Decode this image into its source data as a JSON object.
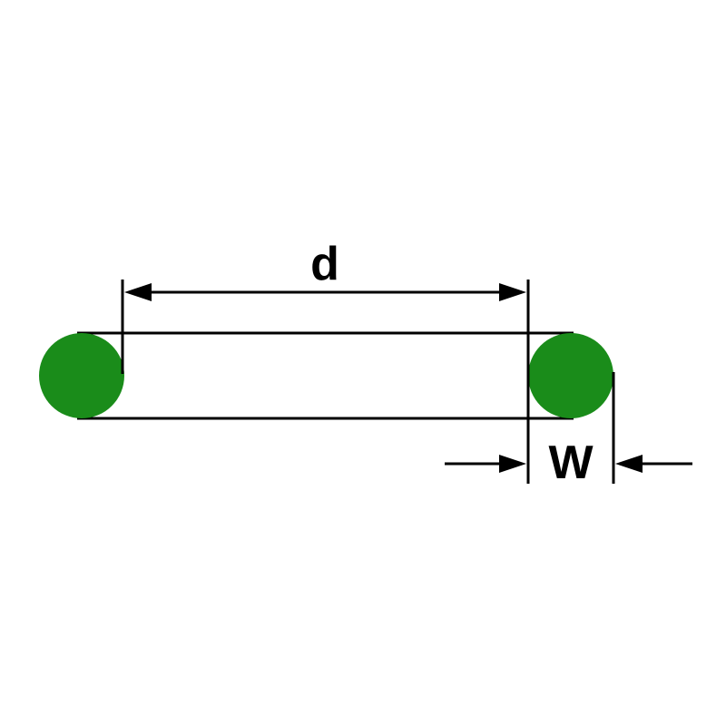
{
  "diagram": {
    "name": "O-ring dimension diagram",
    "labels": {
      "inner_diameter": "d",
      "cross_section_width": "W"
    },
    "colors": {
      "ring_fill": "#1a8c1a",
      "line": "#000000",
      "background": "#ffffff"
    }
  }
}
